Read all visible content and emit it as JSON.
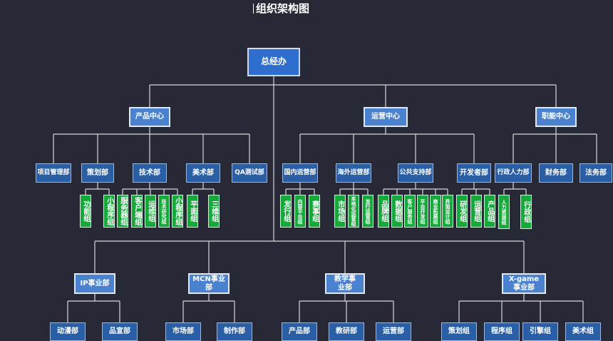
{
  "title": "组织架构图",
  "nodes": {
    "ceo": "总经办",
    "product_center": "产品中心",
    "ops_center": "运营中心",
    "func_center": "职能中心",
    "project_mgmt": "项目管理部",
    "planning": "策划部",
    "tech": "技术部",
    "art": "美术部",
    "qa": "QA测试部",
    "domestic_ops": "国内运营部",
    "overseas_ops": "海外运营部",
    "public_support": "公共支持部",
    "developer": "开发者部",
    "admin_hr": "行政人力部",
    "finance": "财务部",
    "legal": "法务部",
    "g_func": "功能组",
    "g_mini1": "小程序组",
    "g_server": "服务器组",
    "g_client": "客户端组",
    "g_opsmaint": "运维组",
    "g_techresearch": "技术研究组",
    "g_mini2": "小程序组",
    "g_flat": "平面组",
    "g_3d": "三维组",
    "g_publish": "发行组",
    "g_contentplat": "内容平台组",
    "g_esports": "赛事组",
    "g_market": "市场组",
    "g_localize": "本地化运营组",
    "g_publishops": "发行运营组",
    "g_brand": "品牌组",
    "g_data": "数据组",
    "g_custservice": "客户服务组",
    "g_platdev": "平台开发组",
    "g_bizexpand": "商业拓展组",
    "g_uidesign": "界面设计组",
    "g_rd": "研发组",
    "g_opsgroup": "运营组",
    "g_productgroup": "产品组",
    "g_hr": "人力资源组",
    "g_admin": "行政组",
    "ip_bu": "IP事业部",
    "mcn_bu": "MCN事业部",
    "edu_bu": "教学事业部",
    "xgame_bu": "X-game事业部",
    "b_anime": "动漫部",
    "b_promo": "品宣部",
    "b_market": "市场部",
    "b_production": "制作部",
    "b_product": "产品部",
    "b_research": "教研部",
    "b_ops": "运营部",
    "b_planning": "策划组",
    "b_program": "程序组",
    "b_engine": "引擎组",
    "b_art": "美术组"
  }
}
